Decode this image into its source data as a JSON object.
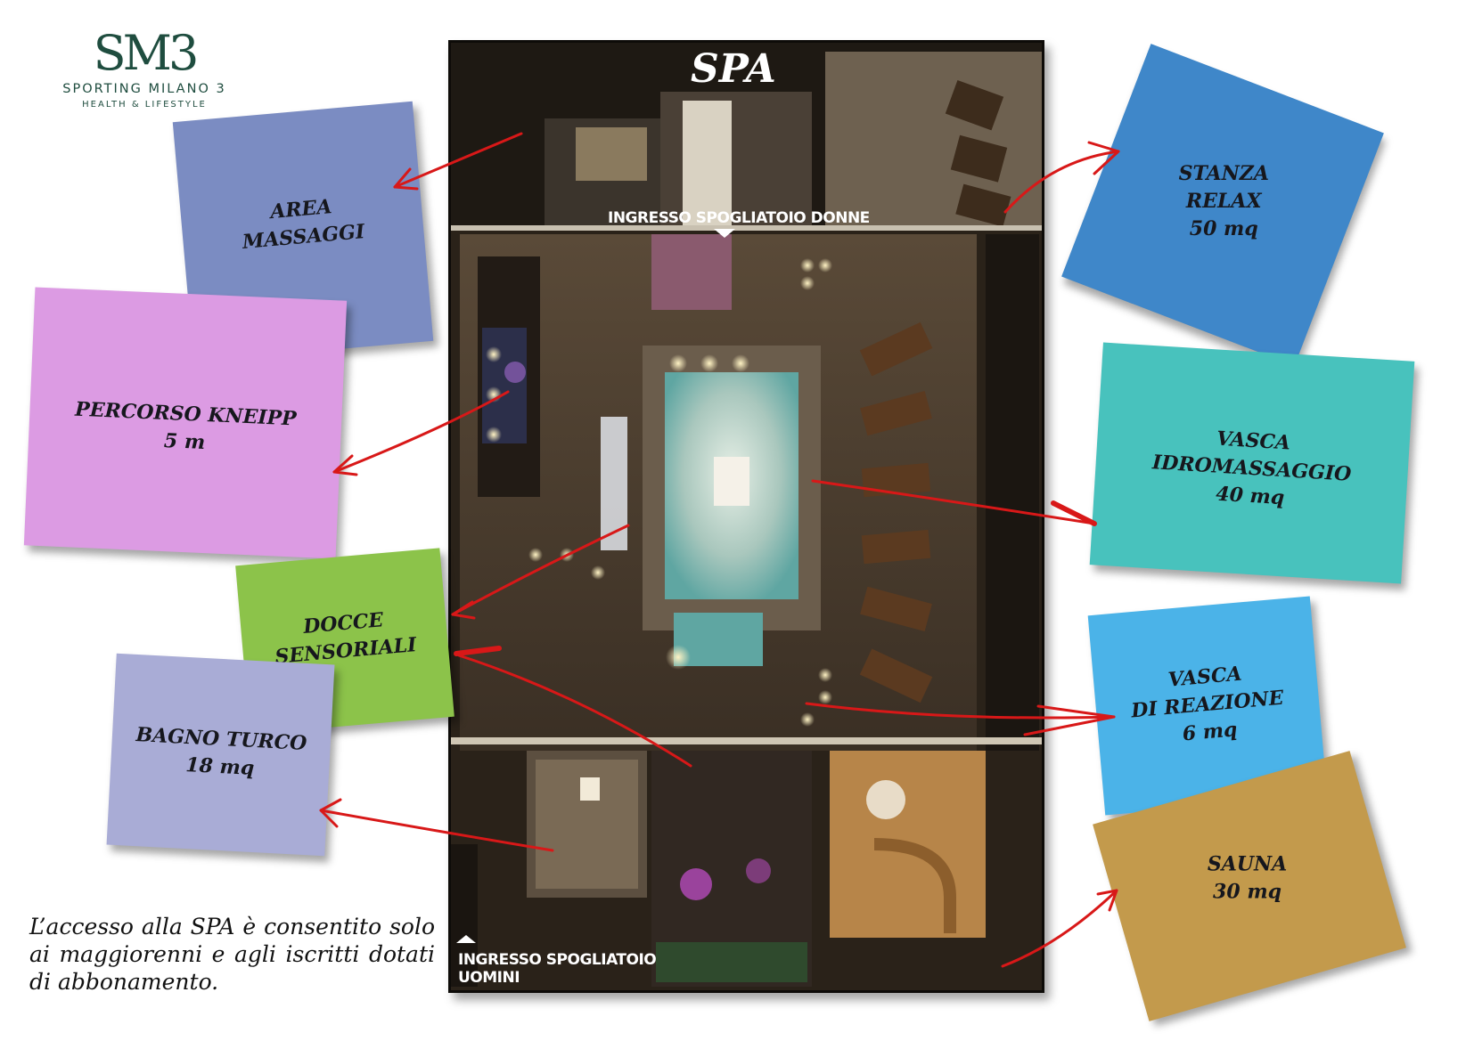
{
  "logo": {
    "mark": "SM3",
    "name": "SPORTING MILANO 3",
    "tagline": "HEALTH & LIFESTYLE"
  },
  "plan": {
    "title": "SPA",
    "entrance_women": "INGRESSO SPOGLIATOIO DONNE",
    "entrance_men_line1": "INGRESSO SPOGLIATOIO",
    "entrance_men_line2": "UOMINI"
  },
  "areas": [
    {
      "id": "area-massaggi",
      "lines": [
        "AREA",
        "MASSAGGI"
      ],
      "color": "#7b8cc2"
    },
    {
      "id": "percorso-kneipp",
      "lines": [
        "PERCORSO KNEIPP",
        "5 m"
      ],
      "color": "#dc9be3"
    },
    {
      "id": "docce-sensoriali",
      "lines": [
        "DOCCE",
        "SENSORIALI"
      ],
      "color": "#8cc34a"
    },
    {
      "id": "bagno-turco",
      "lines": [
        "BAGNO TURCO",
        "18 mq"
      ],
      "color": "#a9acd6"
    },
    {
      "id": "stanza-relax",
      "lines": [
        "STANZA",
        "RELAX",
        "50 mq"
      ],
      "color": "#3f87c9"
    },
    {
      "id": "vasca-idromassaggio",
      "lines": [
        "VASCA",
        "IDROMASSAGGIO",
        "40 mq"
      ],
      "color": "#48c2bd"
    },
    {
      "id": "vasca-di-reazione",
      "lines": [
        "VASCA",
        "DI REAZIONE",
        "6 mq"
      ],
      "color": "#4bb3e8"
    },
    {
      "id": "sauna",
      "lines": [
        "SAUNA",
        "30 mq"
      ],
      "color": "#c39a4c"
    }
  ],
  "note": "L’accesso alla SPA è consentito solo ai maggiorenni e agli iscritti dotati di abbonamento.",
  "colors": {
    "arrow": "#d81818",
    "logo": "#1f4d3f"
  }
}
